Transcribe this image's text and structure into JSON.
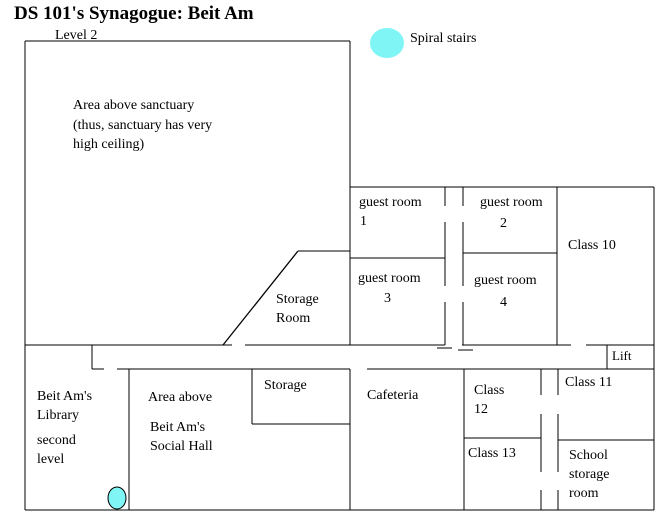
{
  "title": "DS 101's Synagogue: Beit Am",
  "level_label": "Level  2",
  "legend": {
    "icon": "spiral-stairs-icon",
    "label": "Spiral stairs",
    "color": "#7ff5f5"
  },
  "rooms": {
    "sanctuary_above": [
      "Area above sanctuary",
      "(thus, sanctuary has very",
      "high ceiling)"
    ],
    "guest_room_1": [
      "guest room",
      "1"
    ],
    "guest_room_2": [
      "guest room",
      "2"
    ],
    "guest_room_3": [
      "guest room",
      "3"
    ],
    "guest_room_4": [
      "guest room",
      "4"
    ],
    "class_10": "Class 10",
    "storage_room": [
      "Storage",
      "Room"
    ],
    "lift": "Lift",
    "class_11": "Class  11",
    "library": [
      "Beit Am's",
      "Library",
      "second",
      "level"
    ],
    "social_hall_above": [
      "Area above",
      "Beit Am's",
      "Social Hall"
    ],
    "storage": "Storage",
    "cafeteria": "Cafeteria",
    "class_12": [
      "Class",
      "12"
    ],
    "class_13": "Class 13",
    "school_storage": [
      "School",
      "storage",
      "room"
    ]
  },
  "colors": {
    "wall": "#000000",
    "stairs": "#7ff5f5"
  }
}
